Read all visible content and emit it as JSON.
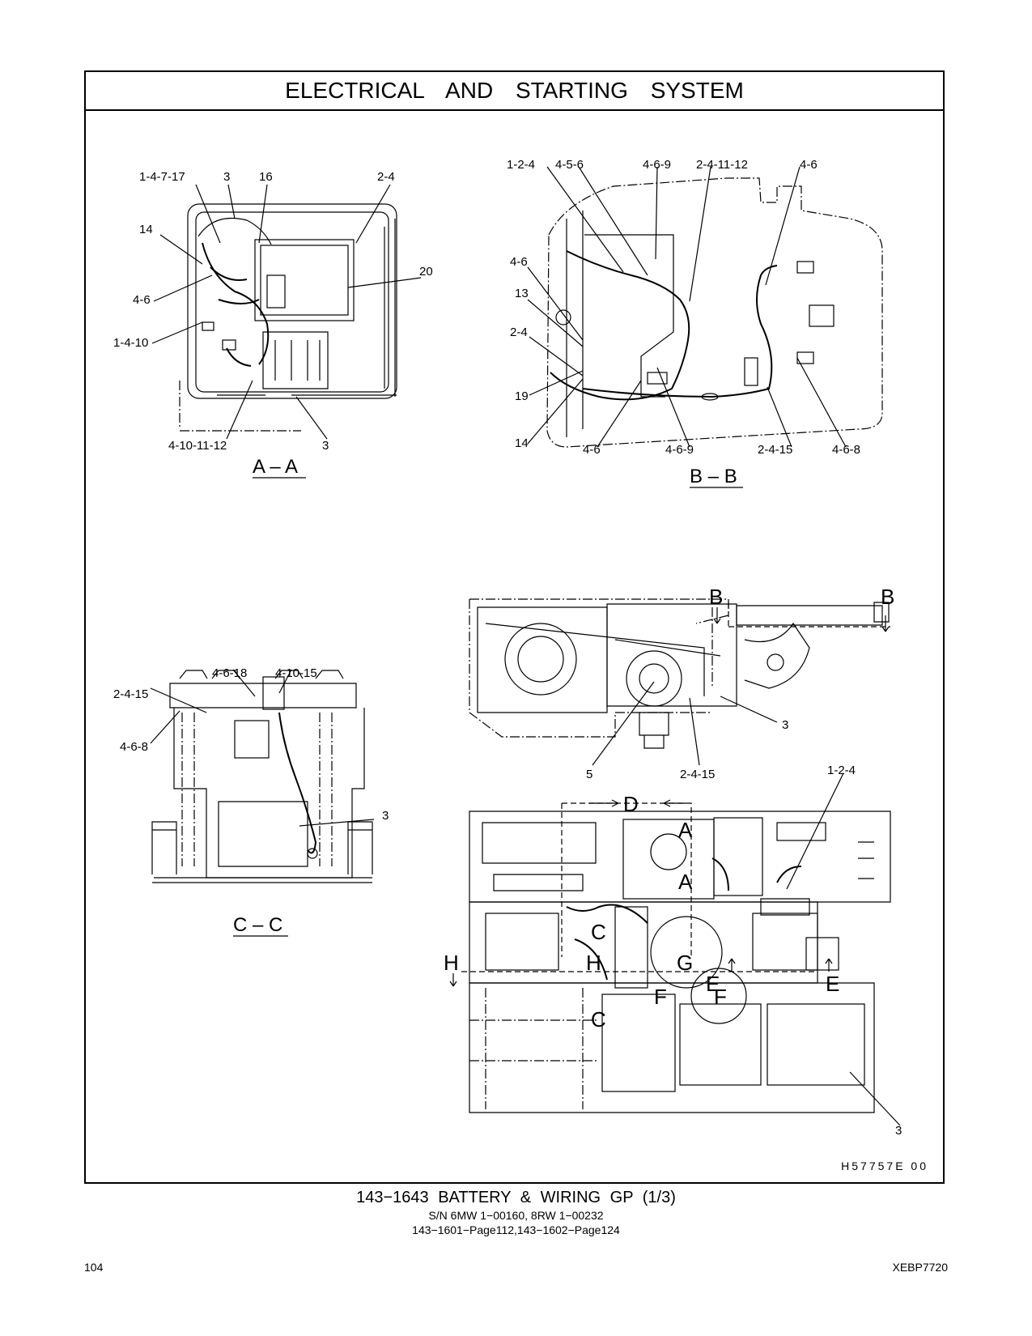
{
  "document": {
    "title": "ELECTRICAL AND STARTING SYSTEM",
    "drawing_ref": "H57757E 00",
    "caption_main": "143−1643 BATTERY & WIRING GP (1/3)",
    "caption_sn": "S/N 6MW 1−00160, 8RW 1−00232",
    "caption_pages": "143−1601−Page112,143−1602−Page124",
    "page_number": "104",
    "doc_number": "XEBP7720"
  },
  "views": {
    "aa": {
      "name": "A – A",
      "callouts": [
        "1-4-7-17",
        "3",
        "16",
        "2-4",
        "14",
        "20",
        "4-6",
        "1-4-10",
        "4-10-11-12",
        "3"
      ]
    },
    "bb": {
      "name": "B – B",
      "callouts": [
        "1-2-4",
        "4-5-6",
        "4-6-9",
        "2-4-11-12",
        "4-6",
        "4-6",
        "13",
        "2-4",
        "19",
        "14",
        "4-6",
        "4-6-9",
        "2-4-15",
        "4-6-8"
      ]
    },
    "cc": {
      "name": "C – C",
      "callouts": [
        "4-6-18",
        "4-10-15",
        "2-4-15",
        "4-6-8",
        "3"
      ]
    },
    "top_plan": {
      "callouts": [
        "5",
        "2-4-15",
        "3"
      ],
      "section_marks": [
        "B",
        "B"
      ]
    },
    "main_plan": {
      "callouts": [
        "1-2-4",
        "3"
      ],
      "section_marks": [
        "D",
        "A",
        "A",
        "C",
        "C",
        "H",
        "H",
        "G",
        "E",
        "E",
        "F",
        "F"
      ]
    }
  }
}
